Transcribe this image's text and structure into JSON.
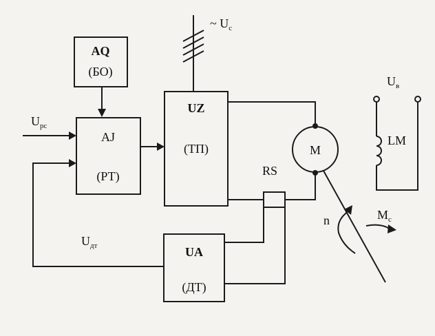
{
  "blocks": {
    "aq": {
      "code": "AQ",
      "name": "(БО)"
    },
    "aj": {
      "code": "AJ",
      "name": "(РТ)"
    },
    "uz": {
      "code": "UZ",
      "name": "(ТП)"
    },
    "ua": {
      "code": "UA",
      "name": "(ДТ)"
    }
  },
  "signals": {
    "supply": {
      "prefix": "~ U",
      "sub": "c"
    },
    "reference": {
      "main": "U",
      "sub": "рс"
    },
    "current_feedback": {
      "main": "U",
      "sub": "дт"
    },
    "field_voltage": {
      "main": "U",
      "sub": "в"
    }
  },
  "components": {
    "motor": "M",
    "shunt": "RS",
    "field_winding": "LM"
  },
  "mechanics": {
    "speed": "n",
    "load_torque": {
      "main": "M",
      "sub": "c"
    }
  }
}
